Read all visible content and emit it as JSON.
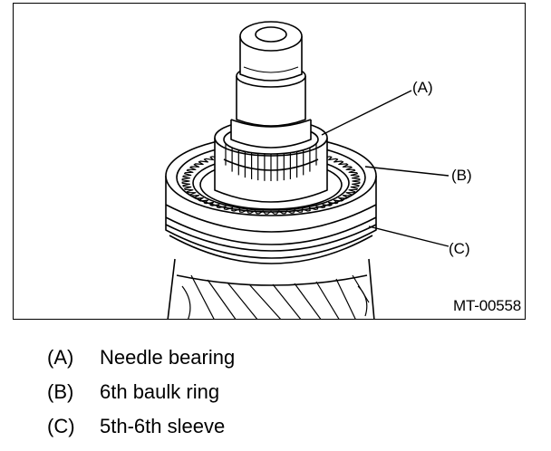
{
  "figure": {
    "code": "MT-00558",
    "callouts": [
      {
        "key": "(A)"
      },
      {
        "key": "(B)"
      },
      {
        "key": "(C)"
      }
    ]
  },
  "legend": [
    {
      "key": "(A)",
      "text": "Needle bearing"
    },
    {
      "key": "(B)",
      "text": "6th baulk ring"
    },
    {
      "key": "(C)",
      "text": "5th-6th sleeve"
    }
  ]
}
